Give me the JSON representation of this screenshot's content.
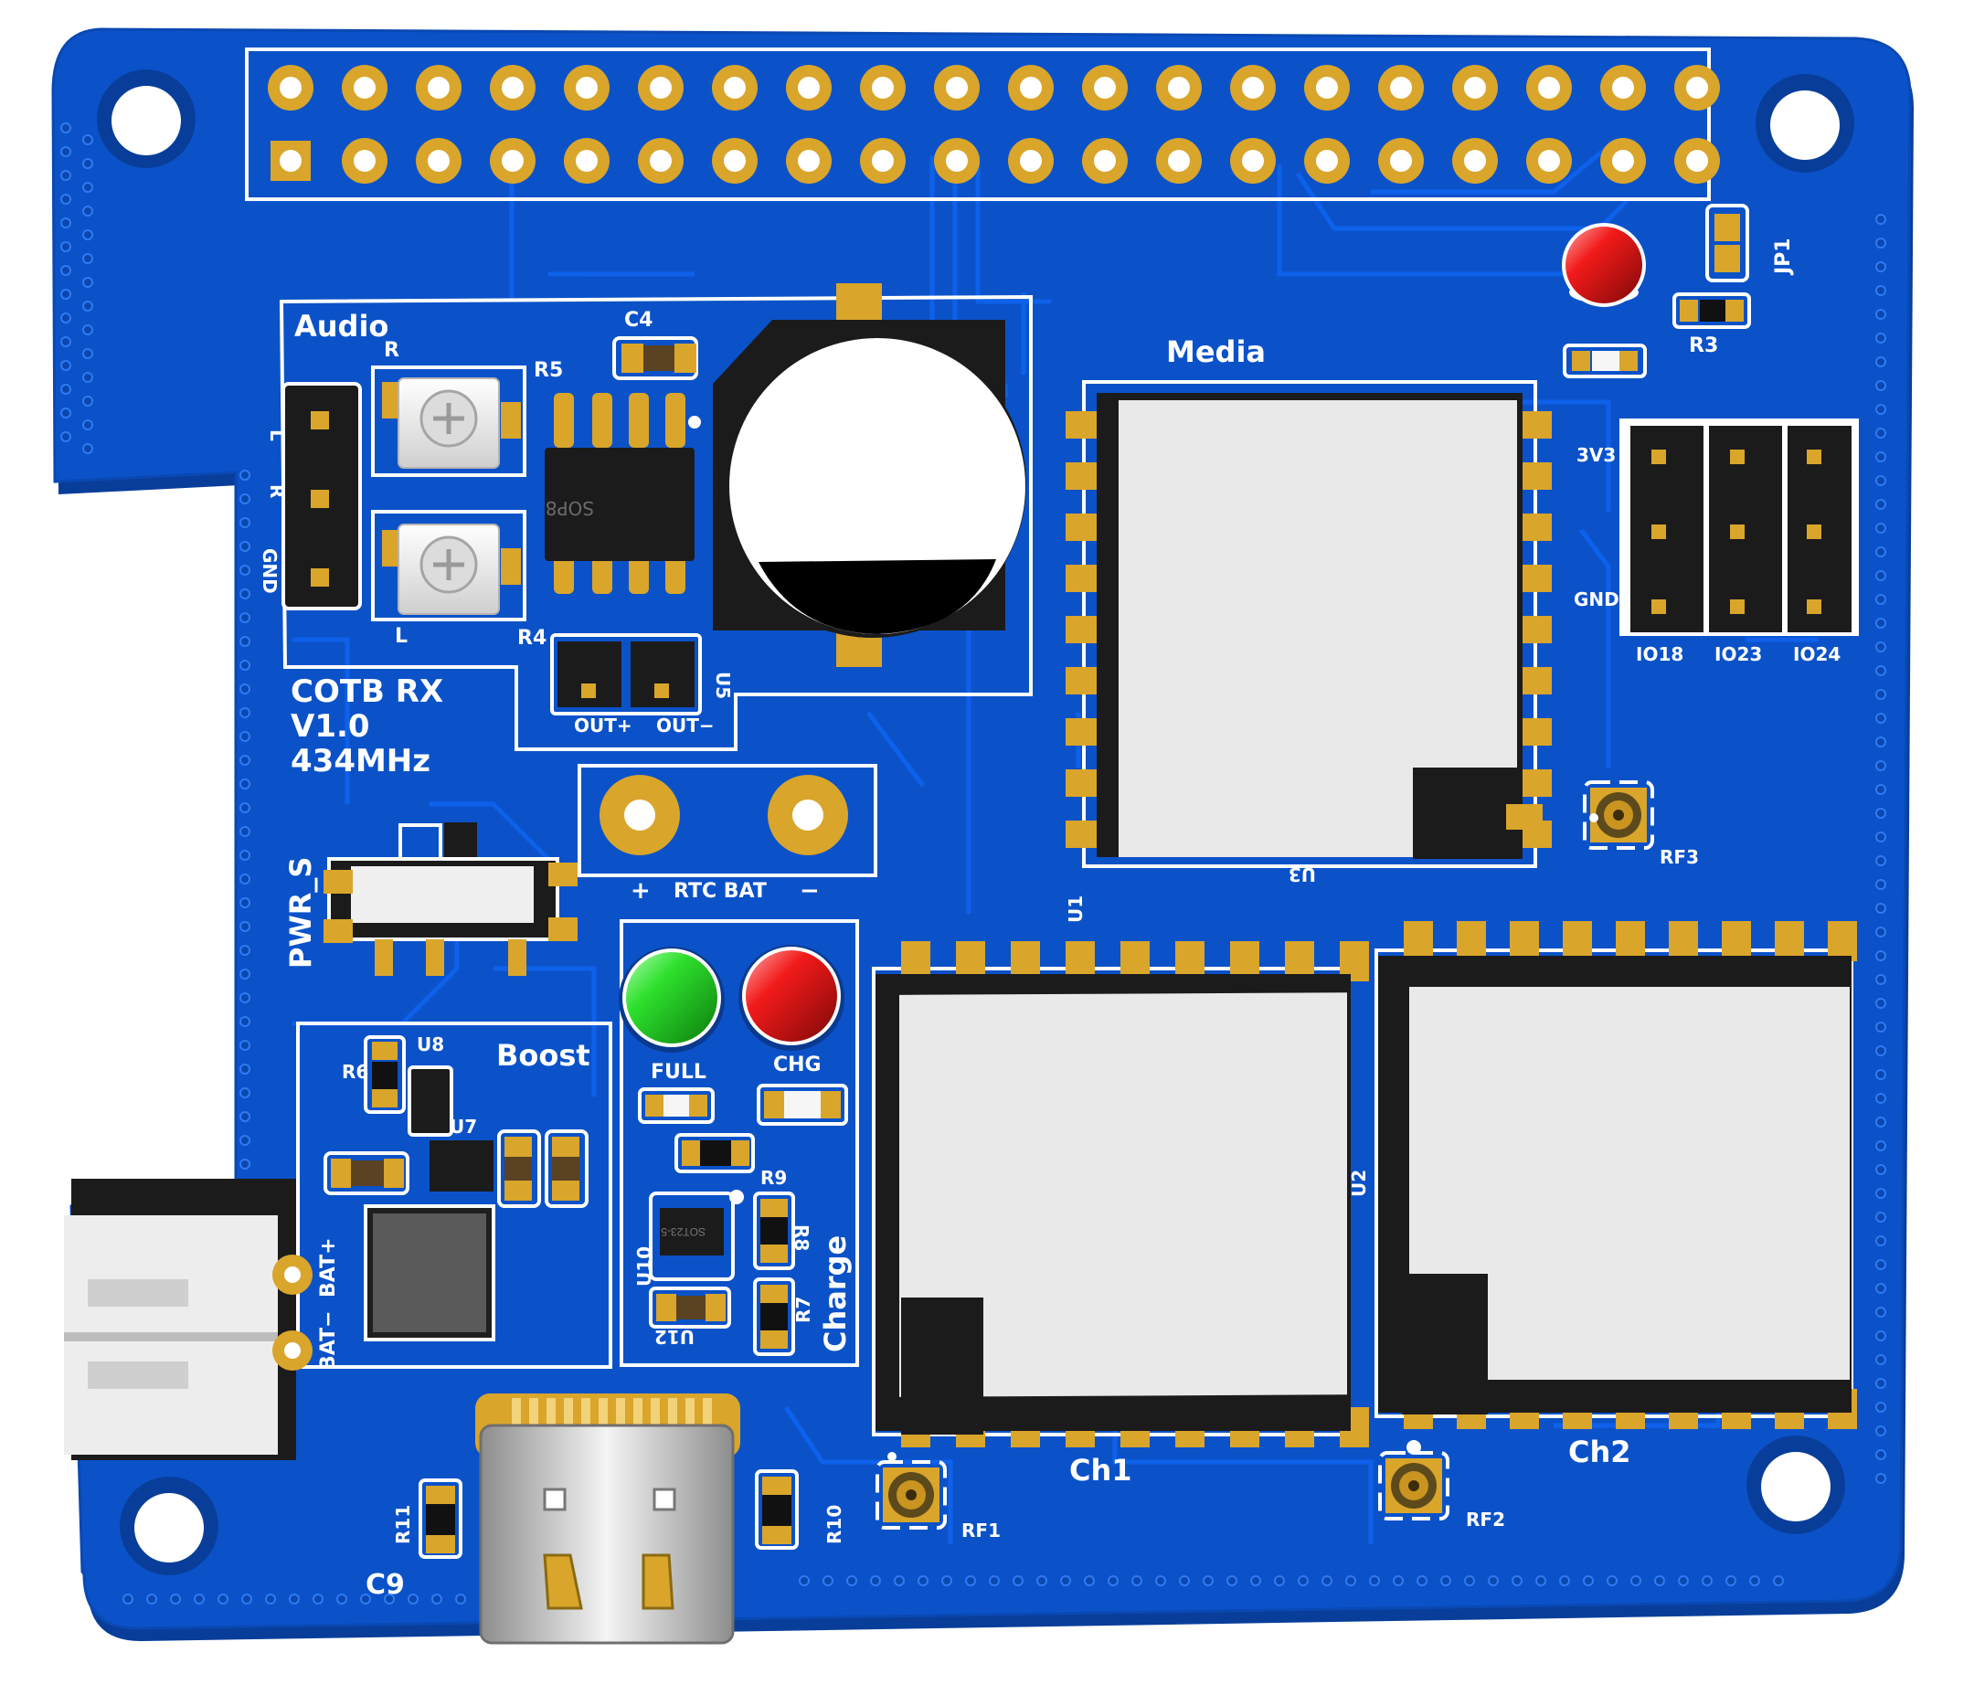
{
  "board": {
    "title_line1": "COTB RX",
    "title_line2": "V1.0",
    "title_line3": "434MHz",
    "colors": {
      "pcb": "#0b52c9",
      "pcb_edge": "#083e9a",
      "trace": "#0e5fe4",
      "gold": "#d9a52b",
      "gold_dark": "#9a6f12",
      "silk": "#ffffff",
      "module": "#e9e9e9",
      "ic": "#1b1b1b",
      "led_green": "#19c219",
      "led_red": "#e01414"
    }
  },
  "sections": {
    "audio": "Audio",
    "media": "Media",
    "boost": "Boost",
    "charge": "Charge",
    "ch1": "Ch1",
    "ch2": "Ch2",
    "rtc_bat": "RTC BAT",
    "rtc_plus": "+",
    "rtc_minus": "−"
  },
  "labels": {
    "audio_r": "R",
    "audio_l_small": "L",
    "audio_pin_l": "L",
    "audio_pin_r": "R",
    "audio_pin_gnd": "GND",
    "r5": "R5",
    "r4": "R4",
    "r3": "R3",
    "r6": "R6",
    "r7": "R7",
    "r8": "R8",
    "r9": "R9",
    "r10": "R10",
    "r11": "R11",
    "c4": "C4",
    "c9": "C9",
    "u1": "U1",
    "u2": "U2",
    "u3": "U3",
    "u5": "U5",
    "u7": "U7",
    "u8": "U8",
    "u10": "U10",
    "u12": "U12",
    "jp1": "JP1",
    "rf1": "RF1",
    "rf2": "RF2",
    "rf3": "RF3",
    "out_plus": "OUT+",
    "out_minus": "OUT−",
    "pwr_s": "PWR_S",
    "full": "FULL",
    "chg": "CHG",
    "bat_minus": "BAT−",
    "bat_plus": "BAT+",
    "v3v3": "3V3",
    "gnd": "GND",
    "io18": "IO18",
    "io23": "IO23",
    "io24": "IO24",
    "sop8": "SOP8",
    "sot23": "SOT23-5"
  }
}
